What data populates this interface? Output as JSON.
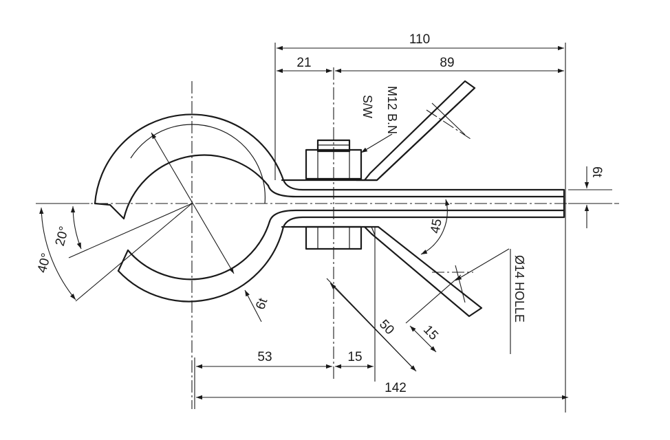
{
  "drawing": {
    "dimensions": {
      "d110": "110",
      "d21": "21",
      "d89": "89",
      "d6t_right": "6t",
      "d6t_bottom": "6t",
      "d45": "45",
      "d20": "20°",
      "d40": "40°",
      "d53": "53",
      "d15_bottom": "15",
      "d142": "142",
      "d50": "50",
      "d15_slant": "15"
    },
    "notes": {
      "bolt": "M12 B.N",
      "sw": "S/W",
      "hole": "Ø14 HOLLE"
    }
  }
}
